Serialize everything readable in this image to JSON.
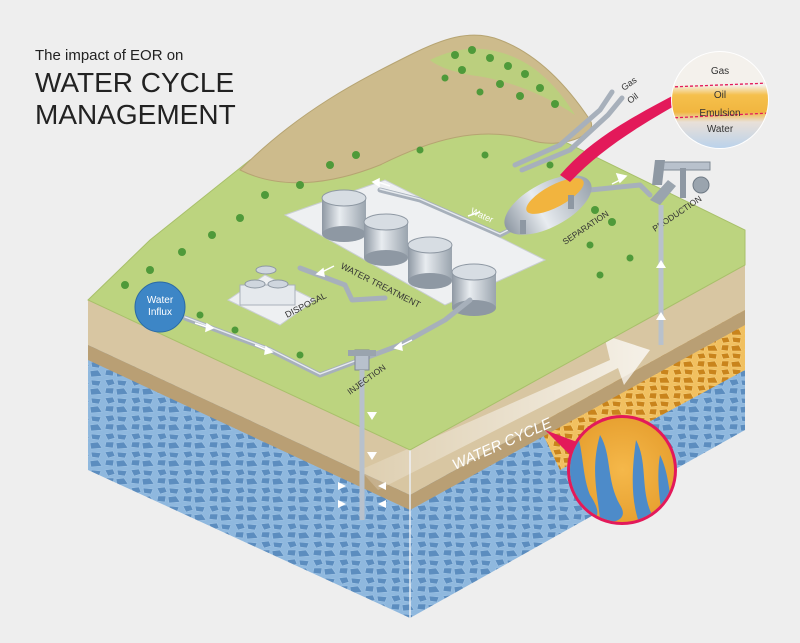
{
  "title": {
    "line1": "The impact of EOR on",
    "line2": "WATER CYCLE",
    "line3": "MANAGEMENT"
  },
  "labels": {
    "gas_pipe": "Gas",
    "oil_pipe": "Oil",
    "water_pipe": "Water",
    "separation": "SEPARATION",
    "production": "PRODUCTION",
    "water_treatment": "WATER TREATMENT",
    "disposal": "DISPOSAL",
    "injection": "INJECTION",
    "water_cycle": "WATER CYCLE",
    "water_influx_1": "Water",
    "water_influx_2": "Influx"
  },
  "layers_legend": {
    "gas": "Gas",
    "oil": "Oil",
    "emulsion": "Emulsion",
    "water": "Water"
  },
  "colors": {
    "background": "#eeeeee",
    "grass": "#b9d27c",
    "hill": "#cbb98c",
    "pipe": "#b8c1cc",
    "water_rock": "#6d9cc9",
    "oil_rock": "#e6a637",
    "highlight_arrow": "#e3195a",
    "influx_circle": "#3d86c6"
  }
}
